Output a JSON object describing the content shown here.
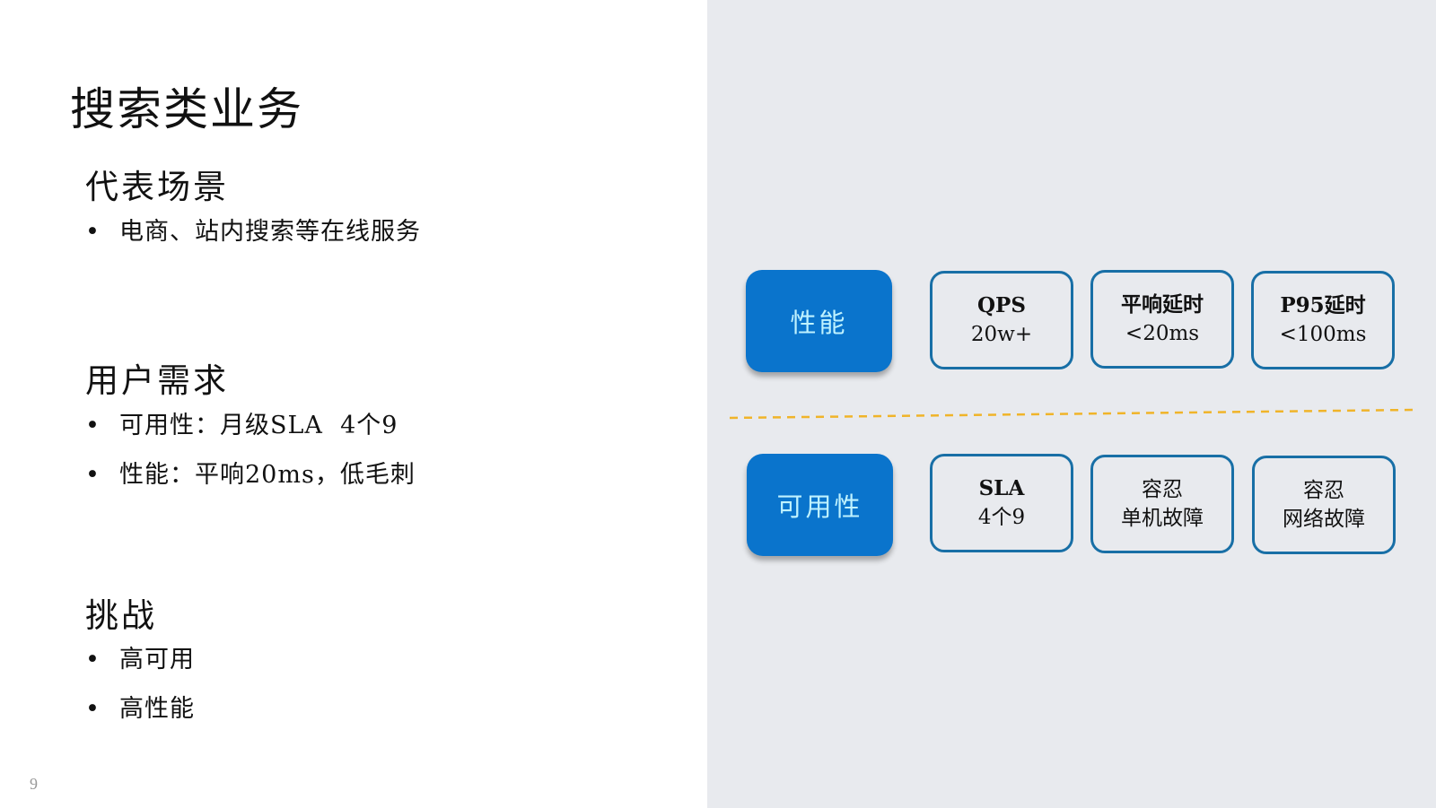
{
  "title": "搜索类业务",
  "sections": [
    {
      "heading": "代表场景",
      "bullets": [
        "电商、站内搜索等在线服务"
      ]
    },
    {
      "heading": "用户需求",
      "bullets": [
        "可用性：月级SLA  4个9",
        "性能：平响20ms，低毛刺"
      ]
    },
    {
      "heading": "挑战",
      "bullets": [
        "高可用",
        "高性能"
      ]
    }
  ],
  "bullet_char": "•",
  "page_number": "9",
  "diagram": {
    "rows": [
      {
        "category": "性能",
        "items": [
          {
            "top": "QPS",
            "bottom": "20w+"
          },
          {
            "top": "平响延时",
            "bottom": "<20ms"
          },
          {
            "top": "P95延时",
            "bottom": "<100ms"
          }
        ]
      },
      {
        "category": "可用性",
        "items": [
          {
            "top": "SLA",
            "bottom": "4个9"
          },
          {
            "top": "容忍",
            "bottom": "单机故障"
          },
          {
            "top": "容忍",
            "bottom": "网络故障"
          }
        ]
      }
    ],
    "colors": {
      "category_fill": "#0a74cc",
      "box_border": "#186fa6",
      "divider": "#f0b429"
    }
  }
}
